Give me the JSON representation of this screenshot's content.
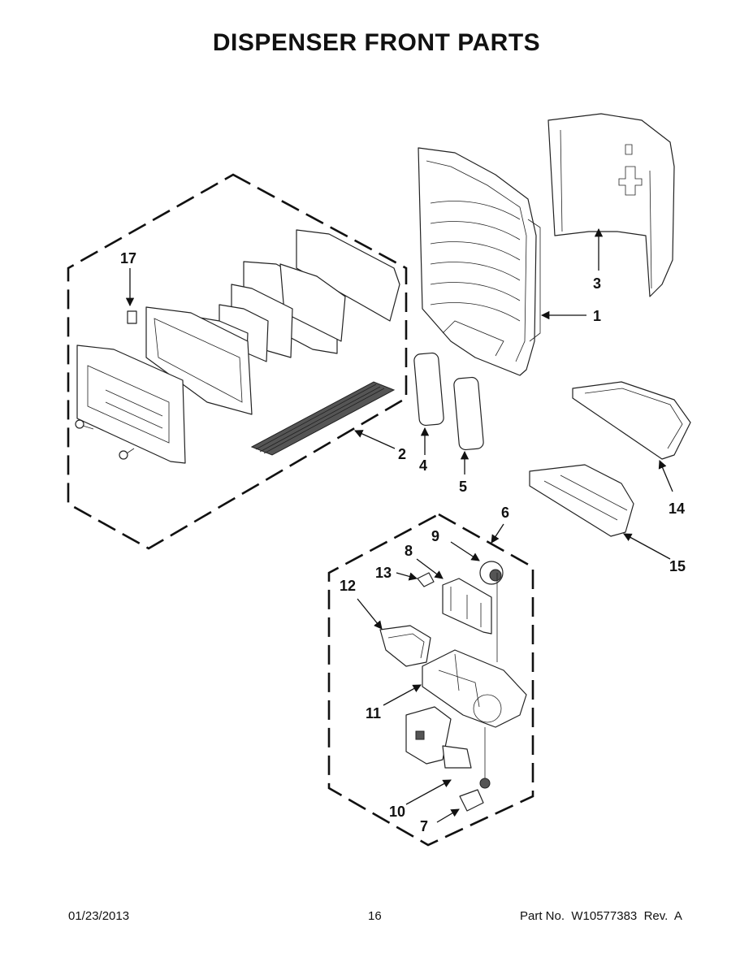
{
  "title": "DISPENSER FRONT PARTS",
  "callouts": [
    {
      "id": "1",
      "label": "1"
    },
    {
      "id": "2",
      "label": "2"
    },
    {
      "id": "3",
      "label": "3"
    },
    {
      "id": "4",
      "label": "4"
    },
    {
      "id": "5",
      "label": "5"
    },
    {
      "id": "6",
      "label": "6"
    },
    {
      "id": "7",
      "label": "7"
    },
    {
      "id": "8",
      "label": "8"
    },
    {
      "id": "9",
      "label": "9"
    },
    {
      "id": "10",
      "label": "10"
    },
    {
      "id": "11",
      "label": "11"
    },
    {
      "id": "12",
      "label": "12"
    },
    {
      "id": "13",
      "label": "13"
    },
    {
      "id": "14",
      "label": "14"
    },
    {
      "id": "15",
      "label": "15"
    },
    {
      "id": "17",
      "label": "17"
    }
  ],
  "footer": {
    "date": "01/23/2013",
    "page": "16",
    "part_info": "Part No.  W10577383  Rev.  A"
  }
}
